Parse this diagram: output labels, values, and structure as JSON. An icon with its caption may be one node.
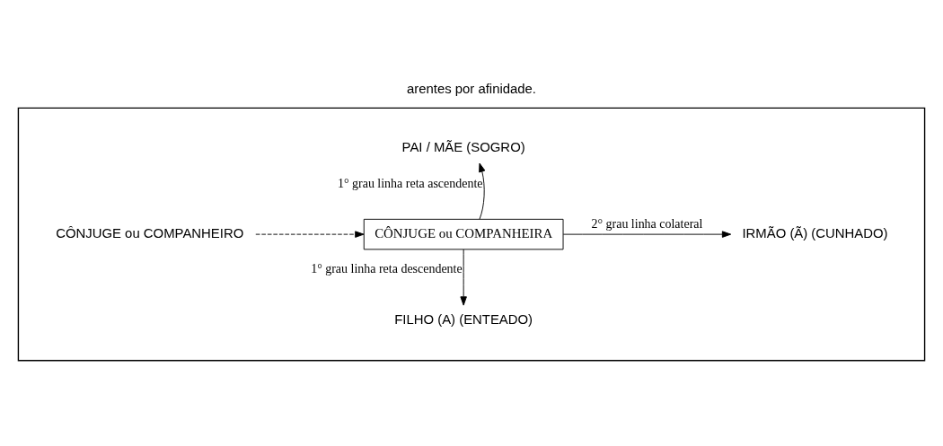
{
  "diagram": {
    "title": "arentes por afinidade.",
    "nodes": [
      {
        "text": [],
        "shape": "box"
      },
      {
        "text": [
          "CÔNJUGE ou COMPANHEIRO"
        ],
        "in": 0
      },
      {
        "text": [
          "CÔNJUGE ou COMPANHEIRA"
        ],
        "in": 0
      },
      {
        "text": [
          "PAI / MÃE (SOGRO)"
        ],
        "in": 0
      },
      {
        "text": [
          "IRMÃO (Ã) (CUNHADO)"
        ],
        "in": 0
      },
      {
        "text": [
          "FILHO (A) (ENTEADO)"
        ],
        "in": 0
      }
    ],
    "edges": [
      {
        "from": 1,
        "to": 2,
        "arrow": "to",
        "style": "dashed"
      },
      {
        "from": 2,
        "to": 3,
        "arrow": "to",
        "label": "1° grau linha reta ascendente"
      },
      {
        "from": 2,
        "to": 4,
        "arrow": "to",
        "label": "2° grau linha colateral"
      },
      {
        "from": 2,
        "to": 5,
        "arrow": "to",
        "label": "1° grau linha reta descendente"
      }
    ]
  }
}
